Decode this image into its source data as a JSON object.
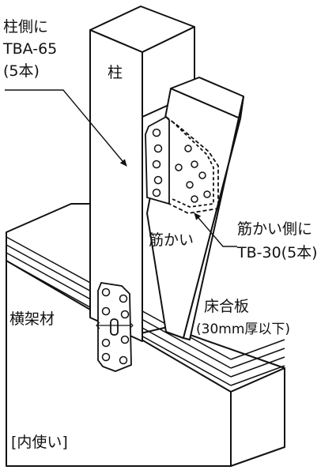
{
  "labels": {
    "column_screw_l1": "柱側に",
    "column_screw_l2": "TBA-65",
    "column_screw_l3": "(5本)",
    "column": "柱",
    "brace": "筋かい",
    "brace_screw_l1": "筋かい側に",
    "brace_screw_l2": "TB-30(5本)",
    "beam": "横架材",
    "floor_board_l1": "床合板",
    "floor_board_l2": "(30mm厚以下)",
    "usage": "[内使い]"
  },
  "colors": {
    "line": "#111111",
    "background": "#ffffff",
    "hardware": "#ffffff"
  }
}
